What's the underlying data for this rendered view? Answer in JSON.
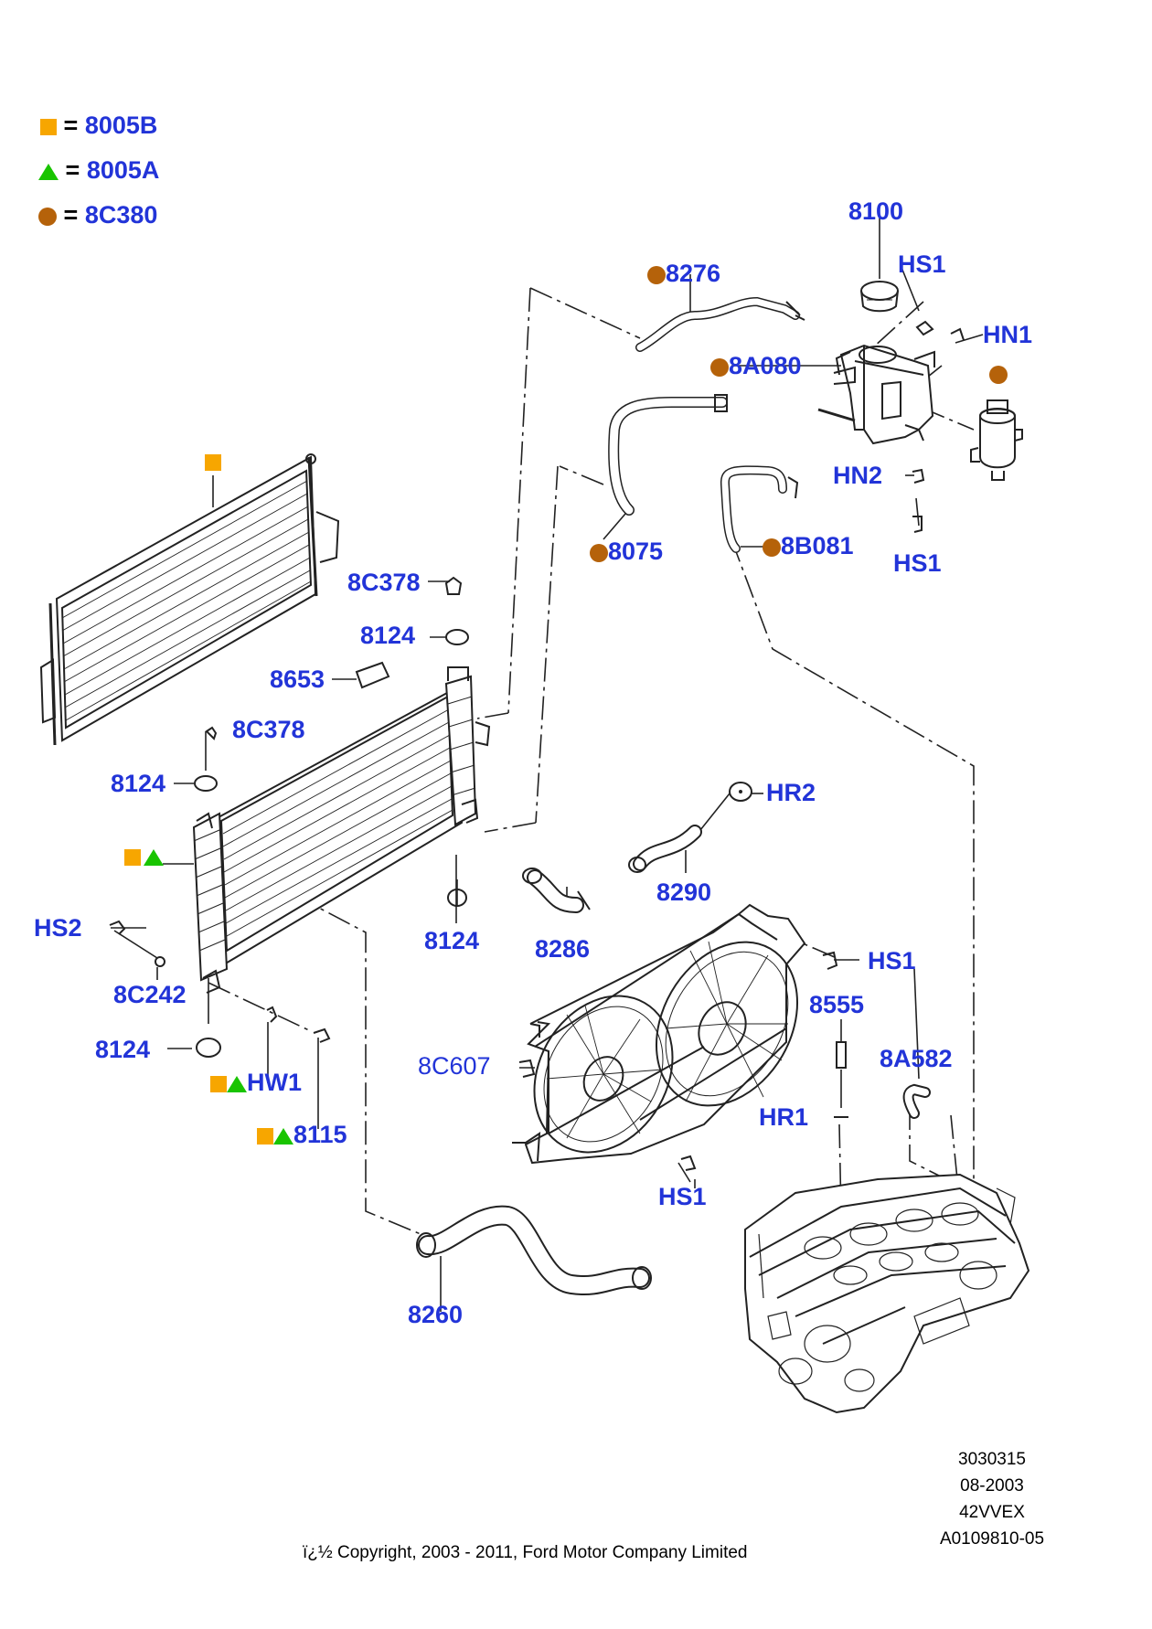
{
  "colors": {
    "label": "#2234d8",
    "square": "#f7a600",
    "triangle": "#19c400",
    "circle": "#b5620a",
    "line": "#222222"
  },
  "legend": [
    {
      "symbol": "square",
      "eq": "=",
      "code": "8005B"
    },
    {
      "symbol": "triangle",
      "eq": "=",
      "code": "8005A"
    },
    {
      "symbol": "circle",
      "eq": "=",
      "code": "8C380"
    }
  ],
  "labels": {
    "8100": "8100",
    "hs1_top": "HS1",
    "hn1": "HN1",
    "8276": "8276",
    "8a080": "8A080",
    "hn2": "HN2",
    "hs1_right": "HS1",
    "8b081": "8B081",
    "8075": "8075",
    "8c378_top": "8C378",
    "8124_a": "8124",
    "8653": "8653",
    "8c378_left": "8C378",
    "8124_b": "8124",
    "hs2": "HS2",
    "8c242": "8C242",
    "8124_c": "8124",
    "hw1": "HW1",
    "8115": "8115",
    "hr2": "HR2",
    "8290": "8290",
    "8124_d": "8124",
    "8286": "8286",
    "hs1_fan": "HS1",
    "8555": "8555",
    "8c607": "8C607",
    "8a582": "8A582",
    "hr1": "HR1",
    "hs1_bottom": "HS1",
    "8260": "8260"
  },
  "footer": {
    "line1": "3030315",
    "line2": "08-2003",
    "line3": "42VVEX",
    "line4": "A0109810-05",
    "copyright": "ï¿½ Copyright, 2003 - 2011, Ford Motor Company Limited"
  }
}
